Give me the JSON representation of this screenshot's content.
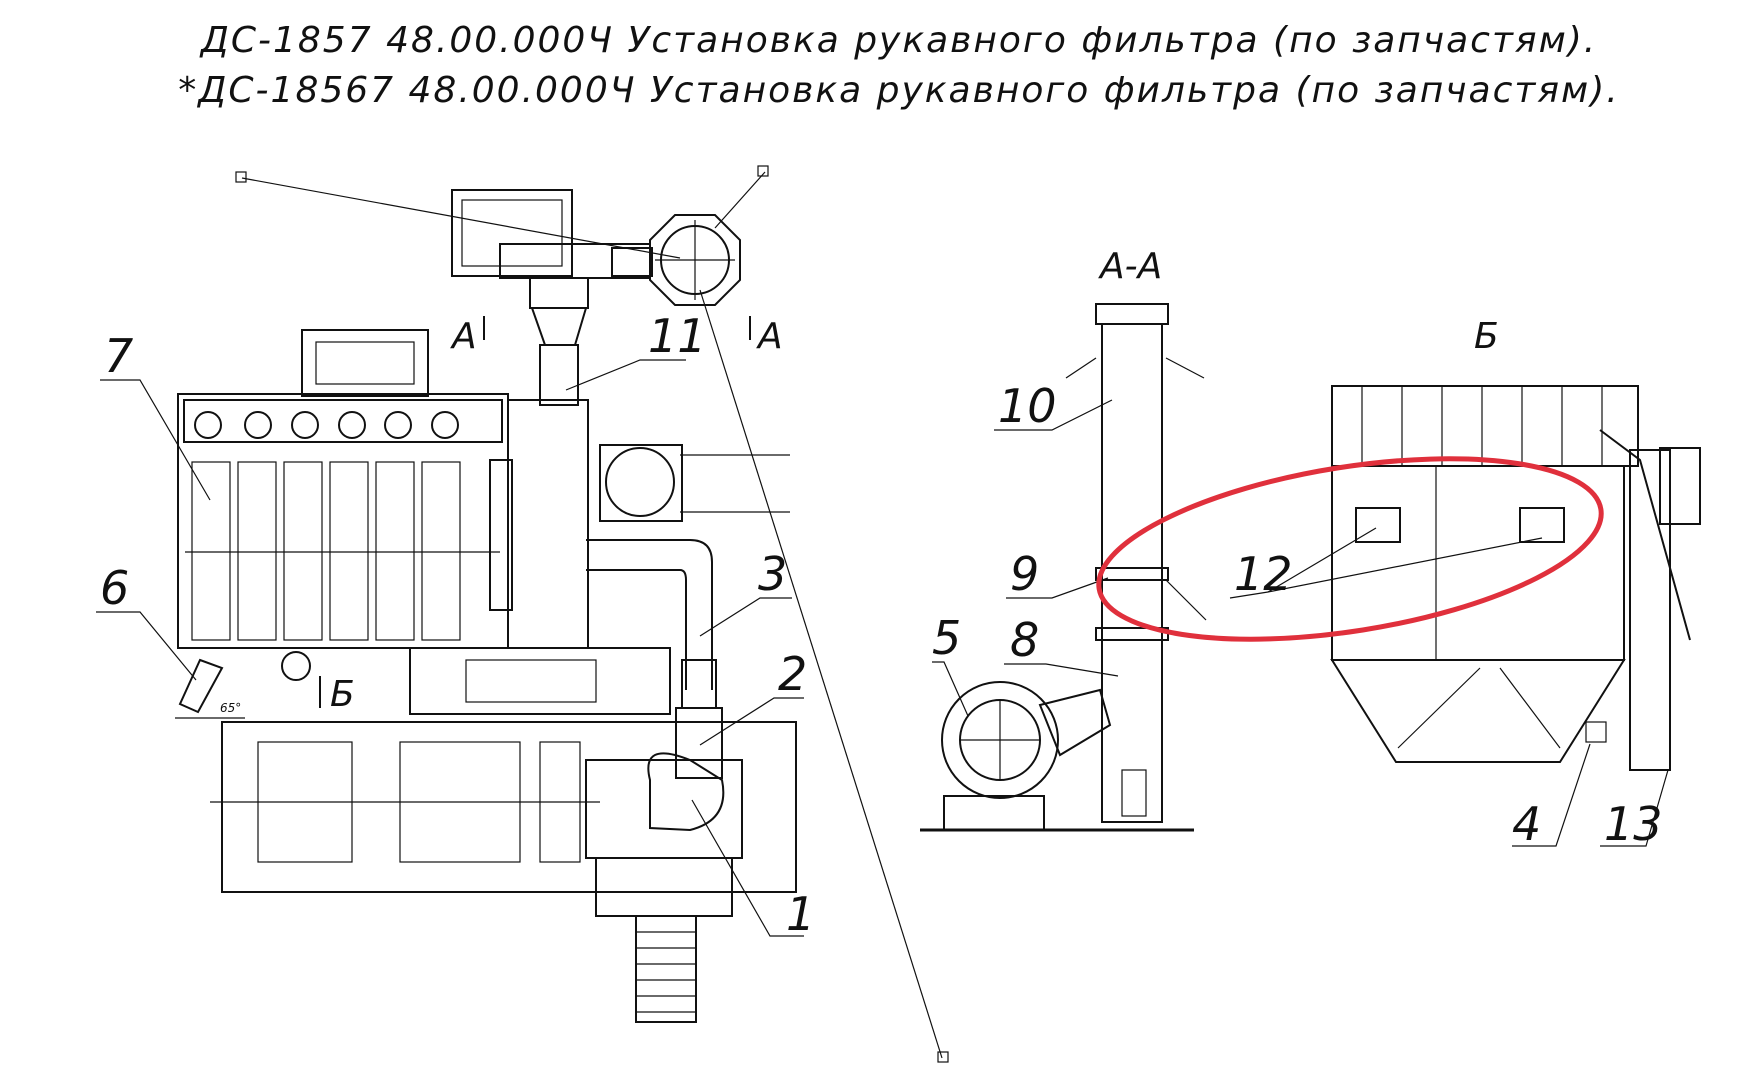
{
  "title": {
    "line1": "ДС-1857 48.00.000Ч Установка рукавного фильтра  (по запчастям).",
    "line2": "*ДС-18567 48.00.000Ч Установка рукавного фильтра (по запчастям)."
  },
  "views": {
    "section_aa": "А-А",
    "view_b": "Б",
    "section_mark_a_left": "А",
    "section_mark_a_right": "А",
    "view_mark_b": "Б",
    "angle": "65°"
  },
  "callouts": {
    "c1": "1",
    "c2": "2",
    "c3": "3",
    "c4": "4",
    "c5": "5",
    "c6": "6",
    "c7": "7",
    "c8": "8",
    "c9": "9",
    "c10": "10",
    "c11": "11",
    "c12": "12",
    "c13": "13"
  },
  "highlight": {
    "color": "#e0303c",
    "target": "12"
  },
  "colors": {
    "line": "#111111",
    "background": "#ffffff"
  }
}
